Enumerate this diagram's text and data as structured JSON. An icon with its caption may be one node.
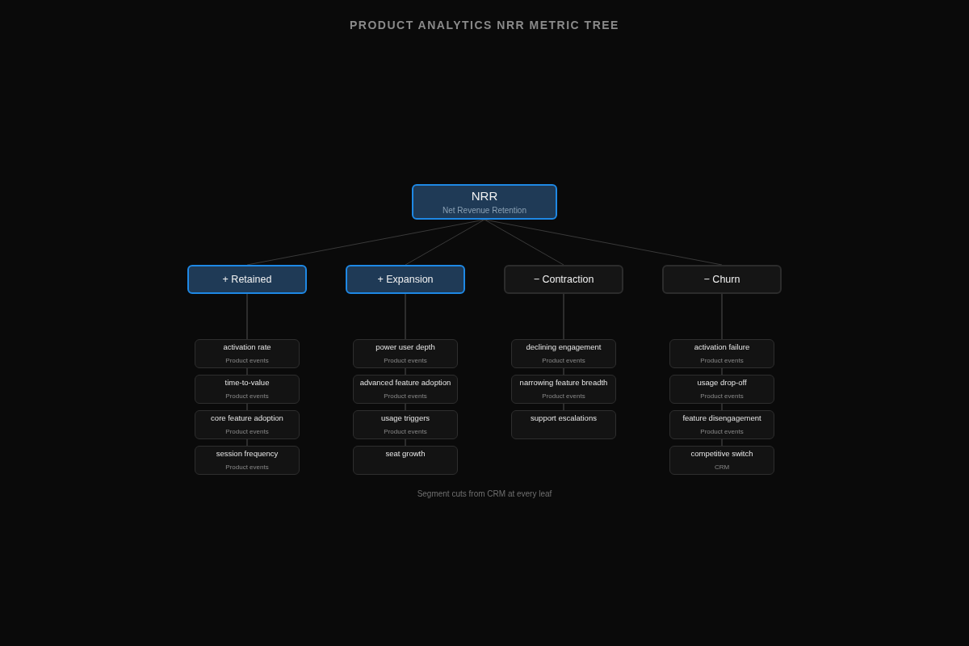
{
  "diagram": {
    "title": "PRODUCT ANALYTICS NRR METRIC TREE",
    "caption": "Segment cuts from CRM at every leaf",
    "nodes": [
      {
        "text": [
          "NRR",
          "Net Revenue Retention"
        ]
      },
      {
        "text": [
          "+ Retained"
        ]
      },
      {
        "text": [
          "+ Expansion"
        ]
      },
      {
        "text": [
          "− Contraction"
        ]
      },
      {
        "text": [
          "− Churn"
        ]
      },
      {
        "text": [
          "activation rate",
          "Product events"
        ]
      },
      {
        "text": [
          "time-to-value",
          "Product events"
        ]
      },
      {
        "text": [
          "core feature adoption",
          "Product events"
        ]
      },
      {
        "text": [
          "session frequency",
          "Product events"
        ]
      },
      {
        "text": [
          "power user depth",
          "Product events"
        ]
      },
      {
        "text": [
          "advanced feature adoption",
          "Product events"
        ]
      },
      {
        "text": [
          "usage triggers",
          "Product events"
        ]
      },
      {
        "text": [
          "seat growth"
        ]
      },
      {
        "text": [
          "declining engagement",
          "Product events"
        ]
      },
      {
        "text": [
          "narrowing feature breadth",
          "Product events"
        ]
      },
      {
        "text": [
          "support escalations"
        ]
      },
      {
        "text": [
          "activation failure",
          "Product events"
        ]
      },
      {
        "text": [
          "usage drop-off",
          "Product events"
        ]
      },
      {
        "text": [
          "feature disengagement",
          "Product events"
        ]
      },
      {
        "text": [
          "competitive switch",
          "CRM"
        ]
      }
    ],
    "edges": [
      {
        "from": 0,
        "to": 1,
        "arrow": "none"
      },
      {
        "from": 0,
        "to": 2,
        "arrow": "none"
      },
      {
        "from": 0,
        "to": 3,
        "arrow": "none"
      },
      {
        "from": 0,
        "to": 4,
        "arrow": "none"
      },
      {
        "from": 1,
        "to": 5,
        "arrow": "none"
      },
      {
        "from": 5,
        "to": 6,
        "arrow": "none"
      },
      {
        "from": 6,
        "to": 7,
        "arrow": "none"
      },
      {
        "from": 7,
        "to": 8,
        "arrow": "none"
      },
      {
        "from": 2,
        "to": 9,
        "arrow": "none"
      },
      {
        "from": 9,
        "to": 10,
        "arrow": "none"
      },
      {
        "from": 10,
        "to": 11,
        "arrow": "none"
      },
      {
        "from": 11,
        "to": 12,
        "arrow": "none"
      },
      {
        "from": 3,
        "to": 13,
        "arrow": "none"
      },
      {
        "from": 13,
        "to": 14,
        "arrow": "none"
      },
      {
        "from": 14,
        "to": 15,
        "arrow": "none"
      },
      {
        "from": 4,
        "to": 16,
        "arrow": "none"
      },
      {
        "from": 16,
        "to": 17,
        "arrow": "none"
      },
      {
        "from": 17,
        "to": 18,
        "arrow": "none"
      },
      {
        "from": 18,
        "to": 19,
        "arrow": "none"
      }
    ]
  }
}
